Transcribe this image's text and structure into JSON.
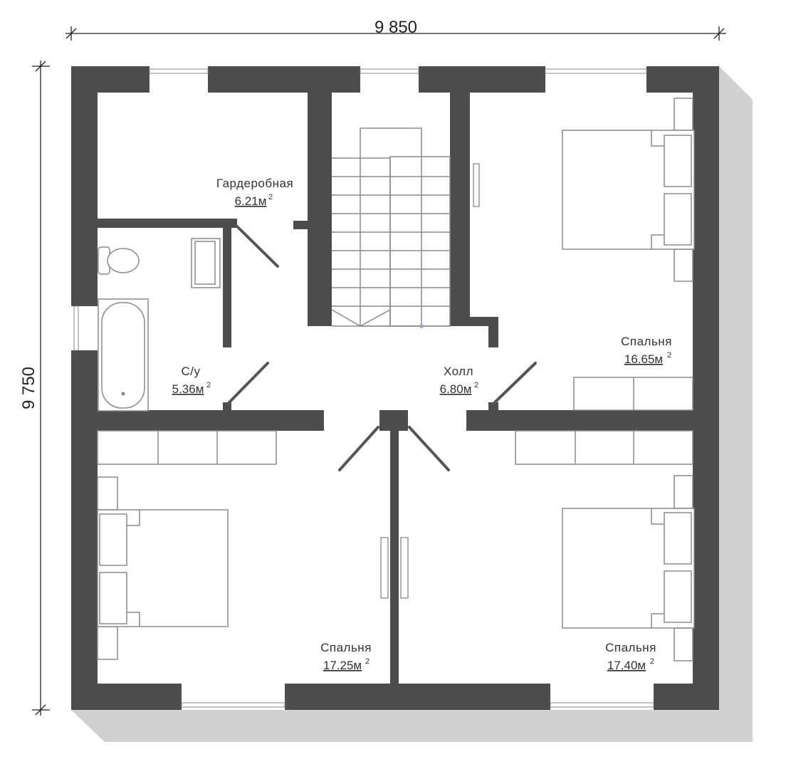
{
  "dimensions": {
    "width": "9 850",
    "height": "9 750"
  },
  "rooms": {
    "wardrobe": {
      "name": "Гардеробная",
      "area": "6.21м",
      "unit_sup": "2"
    },
    "bathroom": {
      "name": "С/у",
      "area": "5.36м",
      "unit_sup": "2"
    },
    "hall": {
      "name": "Холл",
      "area": "6.80м",
      "unit_sup": "2"
    },
    "bedroom_top_right": {
      "name": "Спальня",
      "area": "16.65м",
      "unit_sup": "2"
    },
    "bedroom_bottom_left": {
      "name": "Спальня",
      "area": "17.25м",
      "unit_sup": "2"
    },
    "bedroom_bottom_right": {
      "name": "Спальня",
      "area": "17.40м",
      "unit_sup": "2"
    }
  },
  "colors": {
    "wall": "#4d4d4f",
    "shadow": "#d0d0d0"
  }
}
